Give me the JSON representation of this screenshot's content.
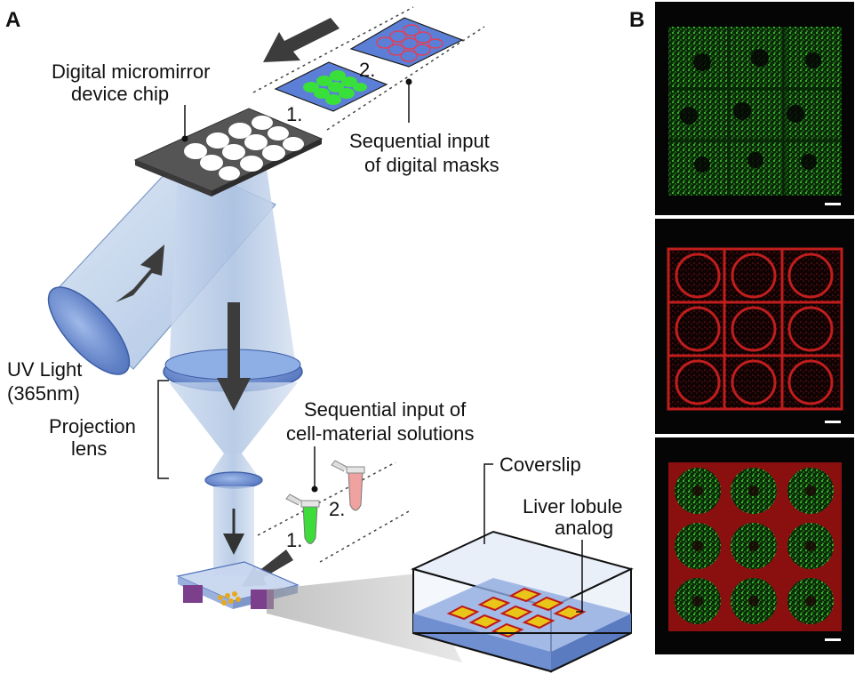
{
  "panel_a": {
    "letter": "A",
    "dmd_label_1": "Digital micromirror",
    "dmd_label_2": "device chip",
    "mask_1_number": "1.",
    "mask_2_number": "2.",
    "masks_label_1": "Sequential input",
    "masks_label_2": "of digital masks",
    "uv_label_1": "UV Light",
    "uv_label_2": "(365nm)",
    "lens_label_1": "Projection",
    "lens_label_2": "lens",
    "solutions_label_1": "Sequential input of",
    "solutions_label_2": "cell-material solutions",
    "tube_1_number": "1.",
    "tube_2_number": "2.",
    "coverslip_label": "Coverslip",
    "lobule_label_1": "Liver lobule",
    "lobule_label_2": "analog"
  },
  "panel_b": {
    "letter": "B",
    "colors": {
      "green_channel": "#2fb02a",
      "red_channel": "#d42020",
      "background": "#050505"
    }
  },
  "colors": {
    "beam": "#9fb8d8",
    "lens": "#5a7fc4",
    "mask_bg": "#5b7fd6",
    "mask_green": "#39e03a",
    "mask_red": "#e0405a",
    "chip": "#555555",
    "arrow": "#3c3c3c"
  }
}
